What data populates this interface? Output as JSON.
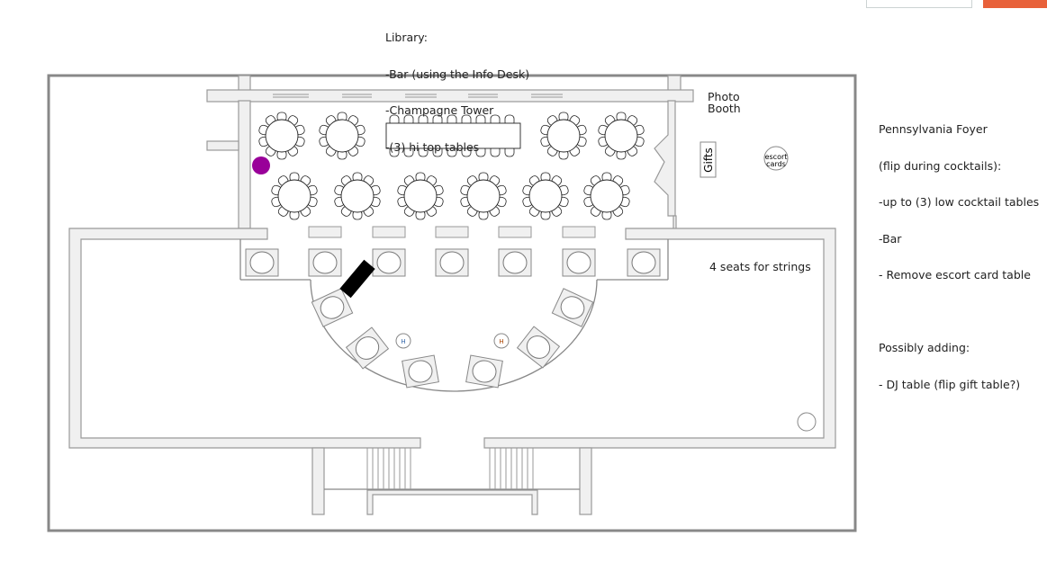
{
  "library_note": {
    "lines": [
      "Library:",
      "-Bar (using the Info Desk)",
      "-Champagne Tower",
      "-(3) hi top tables"
    ]
  },
  "foyer_note": {
    "lines": [
      "Pennsylvania Foyer",
      "(flip during cocktails):",
      "-up to (3) low cocktail tables",
      "-Bar",
      "- Remove escort card table",
      "",
      "Possibly adding:",
      "- DJ table (flip gift table?)"
    ]
  },
  "labels": {
    "photo_booth": [
      "Photo",
      "Booth"
    ],
    "gifts": "Gifts",
    "escort_cards": [
      "escort",
      "cards"
    ],
    "strings": "4 seats for strings",
    "highchair": "H"
  },
  "colors": {
    "accent": "#e8613a",
    "marker": "#990099"
  }
}
